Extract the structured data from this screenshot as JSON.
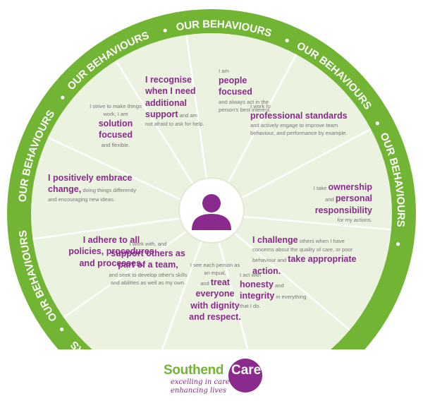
{
  "ring_label": "OUR BEHAVIOURS",
  "colors": {
    "green": "#72b433",
    "light_green": "#ebf3e0",
    "purple": "#8a2a8c",
    "gray_text": "#777777"
  },
  "icon": "person-icon",
  "segments": {
    "need_support": {
      "bold1": "I recognise when I need additional support",
      "t1": " and am not afraid to ask for help."
    },
    "people_focused": {
      "t1": "I am",
      "bold1": "people focused",
      "t2": "and always act in the person's best interest."
    },
    "professional": {
      "t1": "I work to",
      "bold1": "professional standards",
      "t2": " and actively engage to improve team behaviour, and performance by example."
    },
    "ownership": {
      "t1": "I take ",
      "bold1": "ownership",
      "t2": "and ",
      "bold2": "personal responsibility",
      "t3": "for my actions."
    },
    "challenge": {
      "bold1": "I challenge",
      "t1": " others when I have concerns about the quality of care, or poor behaviour and ",
      "bold2": "take appropriate action."
    },
    "honesty": {
      "t1": "I act with",
      "bold1": "honesty",
      "t2": " and",
      "bold2": "integrity",
      "t3": " in everything that I do."
    },
    "dignity": {
      "t1": "I see each person as an equal,",
      "t2": "and ",
      "bold1": "treat everyone with dignity and respect."
    },
    "support_others": {
      "t1": "I work with, and",
      "bold1": "support others as part of a team,",
      "t2": "and seek to develop other's skills and abilities as well as my own."
    },
    "policies": {
      "bold1": "I adhere to all policies, procedures and processes."
    },
    "embrace_change": {
      "bold1": "I positively embrace change,",
      "t1": " doing things differently and encouraging new ideas."
    },
    "solution": {
      "t1": "I strive to make things work, I am",
      "bold1": "solution focused",
      "t2": "and flexible."
    }
  },
  "logo": {
    "brand": "Southend",
    "care": "Care",
    "tagline1": "excelling in care",
    "tagline2": "enhancing lives"
  }
}
